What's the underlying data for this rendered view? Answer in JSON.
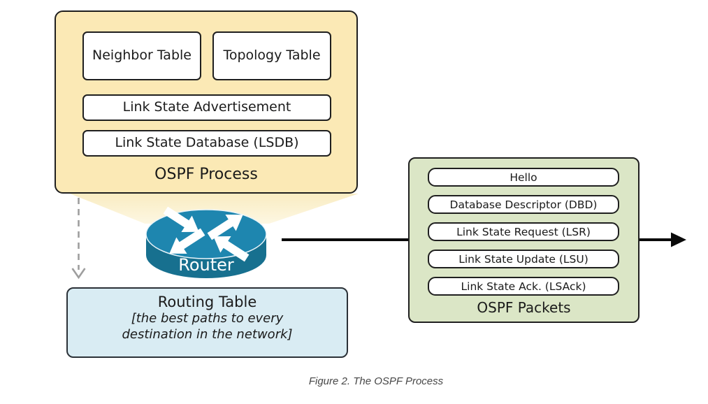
{
  "ospf_process": {
    "title": "OSPF Process",
    "neighbor_table": "Neighbor Table",
    "topology_table": "Topology Table",
    "lsa": "Link State Advertisement",
    "lsdb": "Link State Database (LSDB)"
  },
  "router": {
    "label": "Router"
  },
  "routing_table": {
    "title": "Routing Table",
    "subtitle": "[the best paths to every\ndestination in the network]"
  },
  "ospf_packets": {
    "title": "OSPF Packets",
    "items": [
      "Hello",
      "Database Descriptor (DBD)",
      "Link State Request (LSR)",
      "Link State Update (LSU)",
      "Link State Ack. (LSAck)"
    ]
  },
  "caption": "Figure 2. The OSPF Process",
  "colors": {
    "process_fill": "#FBE9B5",
    "packets_fill": "#DBE6C6",
    "routing_fill": "#D9ECF3",
    "router_body": "#17708F",
    "router_top": "#1E86AF",
    "beam": "#F9ECC2",
    "dashed_arrow": "#9E9E9E",
    "solid_arrow": "#0A0A0A",
    "border": "#1F1F1F"
  }
}
